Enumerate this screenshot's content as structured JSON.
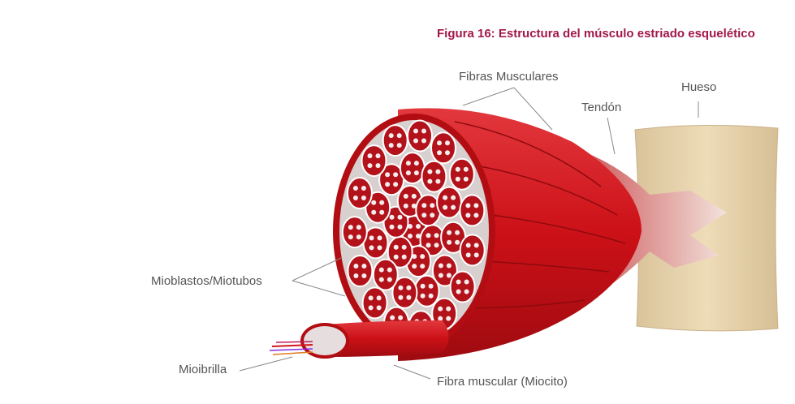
{
  "figure": {
    "title": "Figura 16: Estructura del músculo estriado esquelético"
  },
  "labels": {
    "fibras_musculares": "Fibras Musculares",
    "tendon": "Tendón",
    "hueso": "Hueso",
    "mioblastos": "Mioblastos/Miotubos",
    "mioibrilla": "Mioibrilla",
    "fibra_muscular": "Fibra muscular (Miocito)"
  },
  "colors": {
    "title": "#a3174a",
    "label": "#555555",
    "muscle": "#d4141c",
    "muscle_dark": "#a30d12",
    "bone": "#e6d3ad",
    "tendon": "#efd9d0"
  }
}
